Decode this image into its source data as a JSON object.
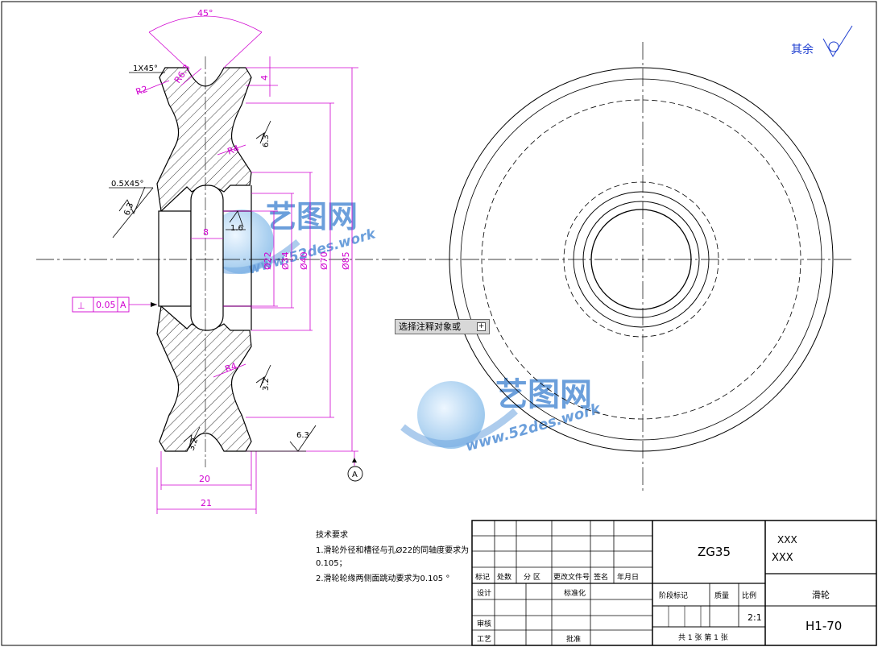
{
  "drawing": {
    "dims": {
      "angle_top": "45°",
      "chamfer_top": "1X45°",
      "r_groove": "R6.3",
      "r_corner": "R2",
      "depth_4": "4",
      "r4_upper": "R4",
      "r4_lower": "R4",
      "chamfer_mid": "0.5X45°",
      "rough_63_left": "6.3",
      "rough_63_upper": "6.3",
      "rough_16": "1.6",
      "rough_32_right": "3.2",
      "rough_32_bottom": "3.2",
      "rough_63_bottom": "6.3",
      "bore_8": "8",
      "d22": "Ø22",
      "d34": "Ø34",
      "d40": "Ø40",
      "d70": "Ø70",
      "d85": "Ø85",
      "width_20": "20",
      "width_21": "21",
      "datum": "A",
      "tol_symbol": "⊥",
      "tol_value": "0.05",
      "tol_datum": "A"
    },
    "others_label": "其余",
    "tech_req": {
      "title": "技术要求",
      "line1": "1.滑轮外径和槽径与孔Ø22的同轴度要求为",
      "line1b": "0.105；",
      "line2": "2.滑轮轮缘两侧面跳动要求为0.105 °"
    },
    "watermark": {
      "brand": "艺图网",
      "site": "www.52des.work"
    }
  },
  "tooltip": {
    "label": "选择注释对象或",
    "icon": "plus-icon"
  },
  "title_block": {
    "material": "ZG35",
    "org1": "XXX",
    "org2": "XXX",
    "part_name": "滑轮",
    "drawing_no": "H1-70",
    "scale": "2:1",
    "row_labels": [
      "标记",
      "处数",
      "分 区",
      "更改文件号",
      "签名",
      "年月日"
    ],
    "design": "设计",
    "standardize": "标准化",
    "review": "审核",
    "process": "工艺",
    "approve": "批准",
    "stage_mark": "阶段标记",
    "weight": "质量",
    "ratio": "比例",
    "sheets": "共 1 张 第 1 张"
  }
}
